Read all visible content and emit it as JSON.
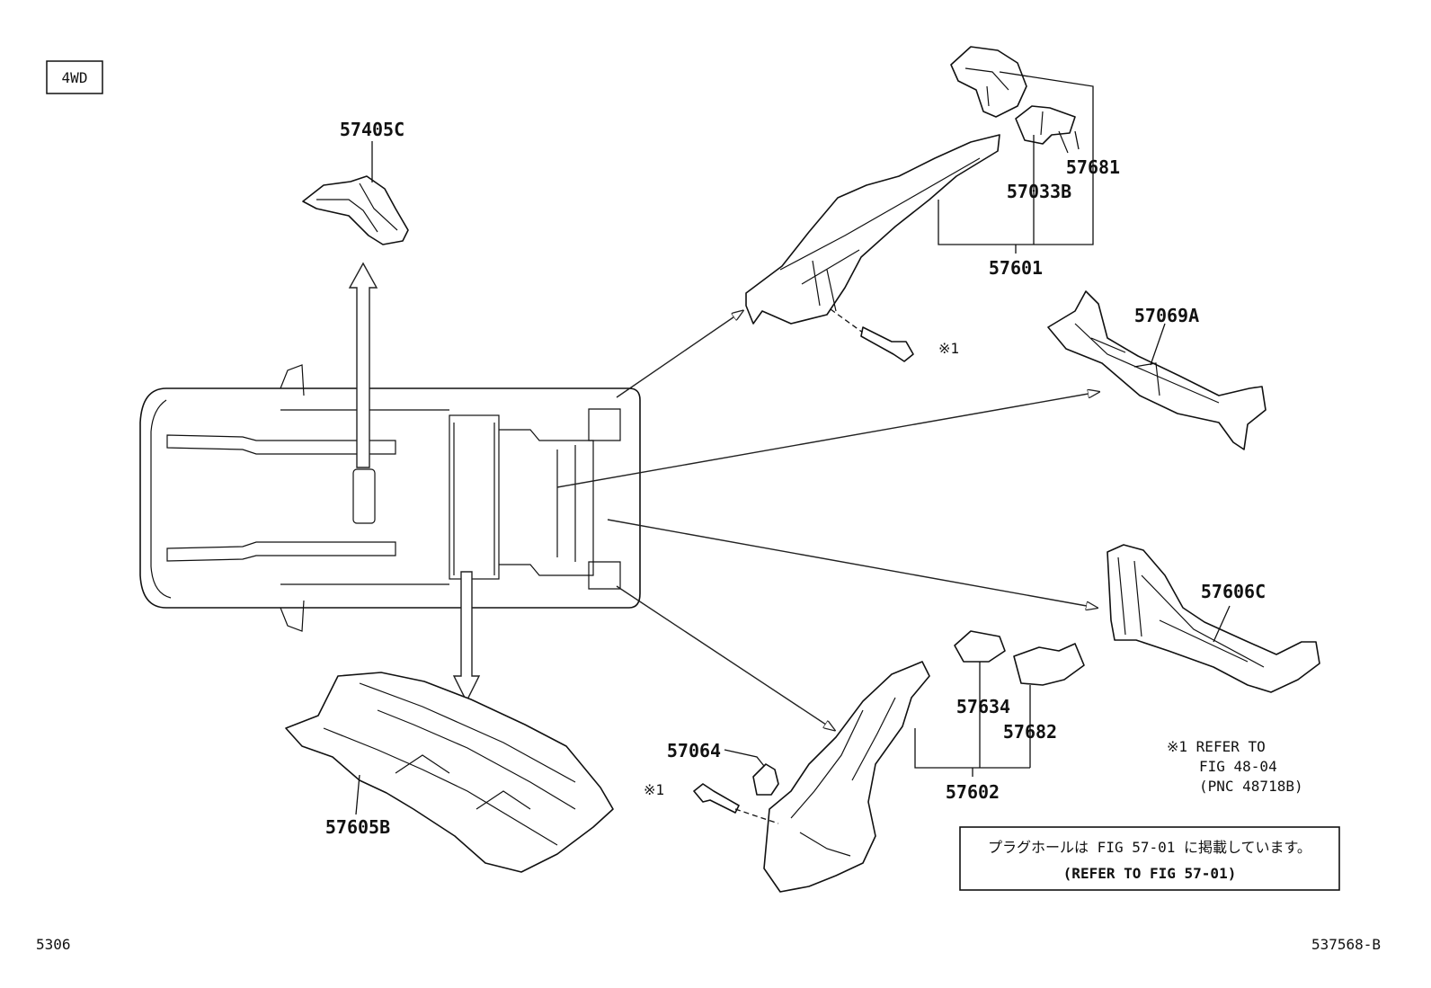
{
  "variant_badge": "4WD",
  "labels": {
    "p57405C": "57405C",
    "p57681": "57681",
    "p57033B": "57033B",
    "p57601": "57601",
    "p57069A": "57069A",
    "p57606C": "57606C",
    "p57634": "57634",
    "p57682": "57682",
    "p57602": "57602",
    "p57064": "57064",
    "p57605B": "57605B"
  },
  "refs": {
    "bolt_ref_upper": "※1",
    "bolt_ref_lower": "※1"
  },
  "refer_note": {
    "line1": "※1 REFER TO",
    "line2": "FIG 48-04",
    "line3": "(PNC 48718B)"
  },
  "plug_note": {
    "japanese": "プラグホールは FIG 57-01 に掲載しています。",
    "english": "(REFER TO FIG 57-01)"
  },
  "footer": {
    "left_code": "5306",
    "right_code": "537568-B"
  }
}
